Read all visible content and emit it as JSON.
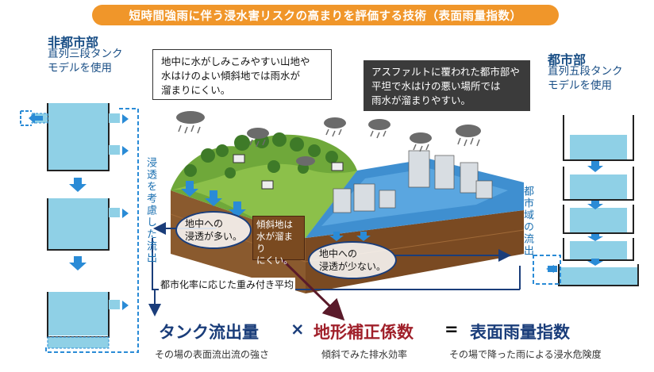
{
  "title": "短時間強雨に伴う浸水害リスクの高まりを評価する技術（表面雨量指数）",
  "left_model": {
    "heading": "非都市部",
    "sub_line1": "直列三段タンク",
    "sub_line2": "モデルを使用"
  },
  "right_model": {
    "heading": "都市部",
    "sub_line1": "直列五段タンク",
    "sub_line2": "モデルを使用"
  },
  "callout_mountain": [
    "地中に水がしみこみやすい山地や",
    "水はけのよい傾斜地では雨水が",
    "溜まりにくい。"
  ],
  "callout_urban": [
    "アスファルトに覆われた都市部や",
    "平坦で水はけの悪い場所では",
    "雨水が溜まりやすい。"
  ],
  "vertical_left": "浸透を考慮した流出",
  "vertical_right": "都市域の流出",
  "ellipse_left": [
    "地中への",
    "浸透が多い。"
  ],
  "ellipse_right": [
    "地中への",
    "浸透が少ない。"
  ],
  "slope_box": [
    "傾斜地は",
    "水が溜まり",
    "にくい。"
  ],
  "weighted_label": "都市化率に応じた重み付き平均",
  "formula": {
    "term1": "タンク流出量",
    "op1": "×",
    "term2": "地形補正係数",
    "op2": "=",
    "term3": "表面雨量指数",
    "desc1": "その場の表面流出流の強さ",
    "desc2": "傾斜でみた排水効率",
    "desc3": "その場で降った雨による浸水危険度"
  },
  "colors": {
    "accent": "#f0962a",
    "tank_water": "#8fd0e6",
    "dark_blue": "#1a3d7a",
    "term2_red": "#a0202a"
  }
}
